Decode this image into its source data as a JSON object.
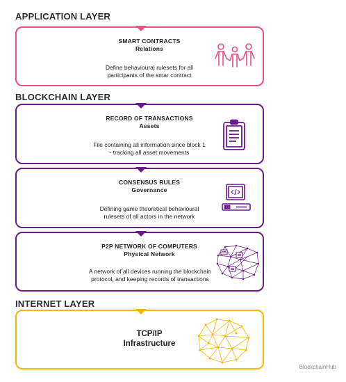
{
  "layers": {
    "application": "APPLICATION LAYER",
    "blockchain": "BLOCKCHAIN LAYER",
    "internet": "INTERNET LAYER"
  },
  "boxes": {
    "smart_contracts": {
      "title": "SMART CONTRACTS",
      "subtitle": "Relations",
      "desc1": "Define behavioural rulesets for all",
      "desc2": "participants of the smar contract",
      "icon": "people-group-icon"
    },
    "record": {
      "title": "RECORD OF TRANSACTIONS",
      "subtitle": "Assets",
      "desc1": "File containing all information since block 1",
      "desc2": "- tracking all asset movements",
      "icon": "clipboard-icon"
    },
    "consensus": {
      "title": "CONSENSUS RULES",
      "subtitle": "Governance",
      "desc1": "Defining game theoretical behavioural",
      "desc2": "rulesets of all actors in the network",
      "icon": "computer-icon"
    },
    "p2p": {
      "title": "P2P NETWORK OF COMPUTERS",
      "subtitle": "Physical Network",
      "desc1": "A network of all devices running the blockchain",
      "desc2": "protocol, and keeping records of transactions",
      "icon": "network-mesh-icon"
    },
    "tcpip": {
      "title": "TCP/IP",
      "subtitle": "Infrastructure",
      "icon": "mesh-globe-icon"
    }
  },
  "brand": "BlockchainHub",
  "colors": {
    "application": "#e8527c",
    "blockchain": "#6a1b8a",
    "internet": "#f2b705"
  }
}
